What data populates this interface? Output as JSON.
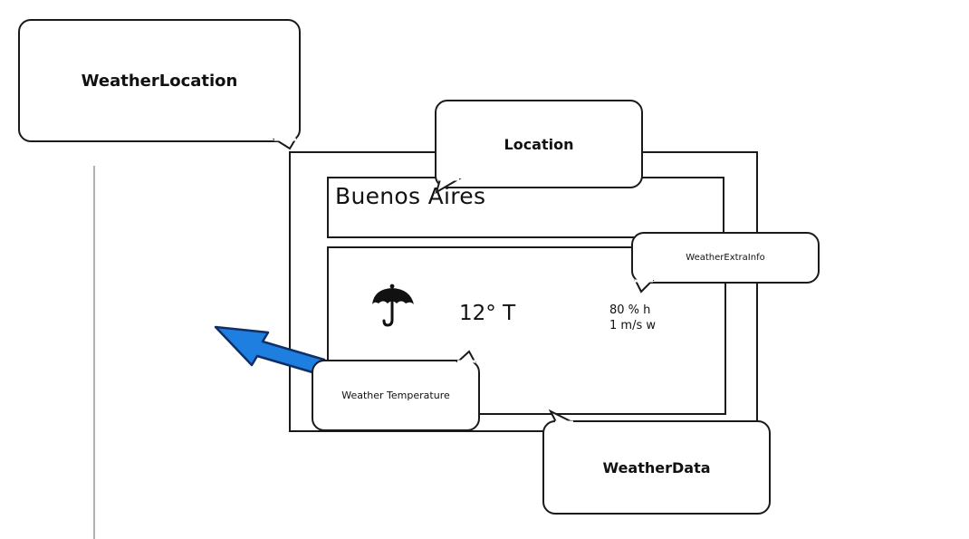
{
  "callouts": {
    "weather_location": "WeatherLocation",
    "location": "Location",
    "weather_extra_info": "WeatherExtraInfo",
    "weather_temperature": "Weather Temperature",
    "weather_data": "WeatherData"
  },
  "mockup": {
    "city": "Buenos Aires",
    "temperature": "12° T",
    "humidity": "80 % h",
    "wind": "1 m/s w",
    "weather_icon": "umbrella-icon"
  },
  "colors": {
    "arrow": "#1f7fe0",
    "ink": "#1a1a1a"
  }
}
